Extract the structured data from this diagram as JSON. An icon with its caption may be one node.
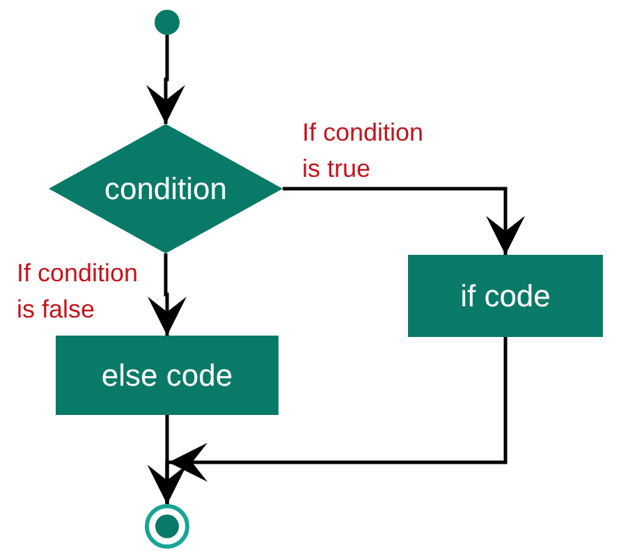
{
  "diagram": {
    "nodes": [
      {
        "text": [],
        "shape": "circle"
      },
      {
        "text": [
          "condition"
        ]
      },
      {
        "text": [
          "if code"
        ]
      },
      {
        "text": [
          "else code"
        ]
      },
      {
        "text": [],
        "shape": "circle"
      }
    ],
    "edges": [
      {
        "from": 0,
        "to": 1,
        "arrow": "to"
      },
      {
        "from": 1,
        "to": 2,
        "arrow": "to",
        "label": "If condition is true"
      },
      {
        "from": 1,
        "to": 3,
        "arrow": "to",
        "label": "If condition is false"
      },
      {
        "from": 2,
        "to": 4,
        "arrow": "to"
      },
      {
        "from": 3,
        "to": 4,
        "arrow": "to"
      }
    ]
  }
}
